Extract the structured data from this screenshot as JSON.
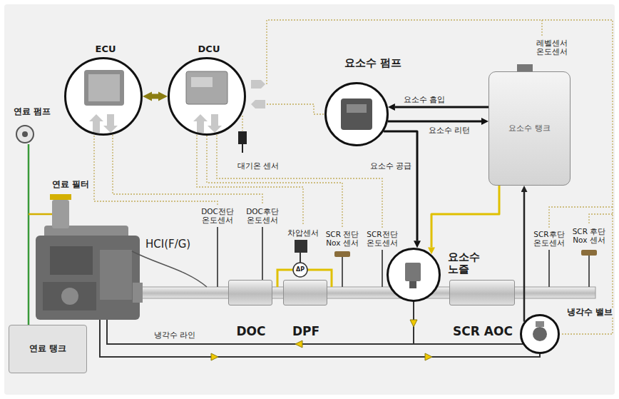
{
  "diagram": {
    "nodes": [
      {
        "text": [
          "ECU"
        ]
      },
      {
        "text": [
          "DCU"
        ]
      },
      {
        "text": [
          "요소수 펌프"
        ]
      },
      {
        "text": [
          "요소수 탱크"
        ]
      },
      {
        "text": [
          "연료 탱크"
        ]
      },
      {
        "text": [
          "DOC"
        ]
      },
      {
        "text": [
          "DPF"
        ]
      },
      {
        "text": [
          "요소수 노즐"
        ]
      },
      {
        "text": [
          "SCR AOC"
        ]
      },
      {
        "text": [
          "냉각수 밸브"
        ]
      }
    ],
    "edges": [
      {
        "from": 0,
        "to": 1,
        "arrow": "both"
      },
      {
        "from": 3,
        "to": 2,
        "label": "요소수 흡입",
        "arrow": "to"
      },
      {
        "from": 2,
        "to": 3,
        "label": "요소수 리턴",
        "arrow": "to"
      },
      {
        "from": 2,
        "to": 7,
        "label": "요소수 공급",
        "arrow": "to"
      },
      {
        "from": 9,
        "to": 3,
        "arrow": "to"
      },
      {
        "from": 3,
        "to": 7,
        "arrow": "to"
      }
    ],
    "labels": [
      "연료 펌프",
      "연료 필터",
      "대기온 센서",
      "레벨센서 온도센서",
      "HCI(F/G)",
      "DOC전단 온도센서",
      "DOC후단 온도센서",
      "차압센서",
      "ΔP",
      "SCR 전단 Nox 센서",
      "SCR전단 온도센서",
      "SCR후단 온도센서",
      "SCR 후단 Nox 센서",
      "냉각수 라인"
    ]
  }
}
